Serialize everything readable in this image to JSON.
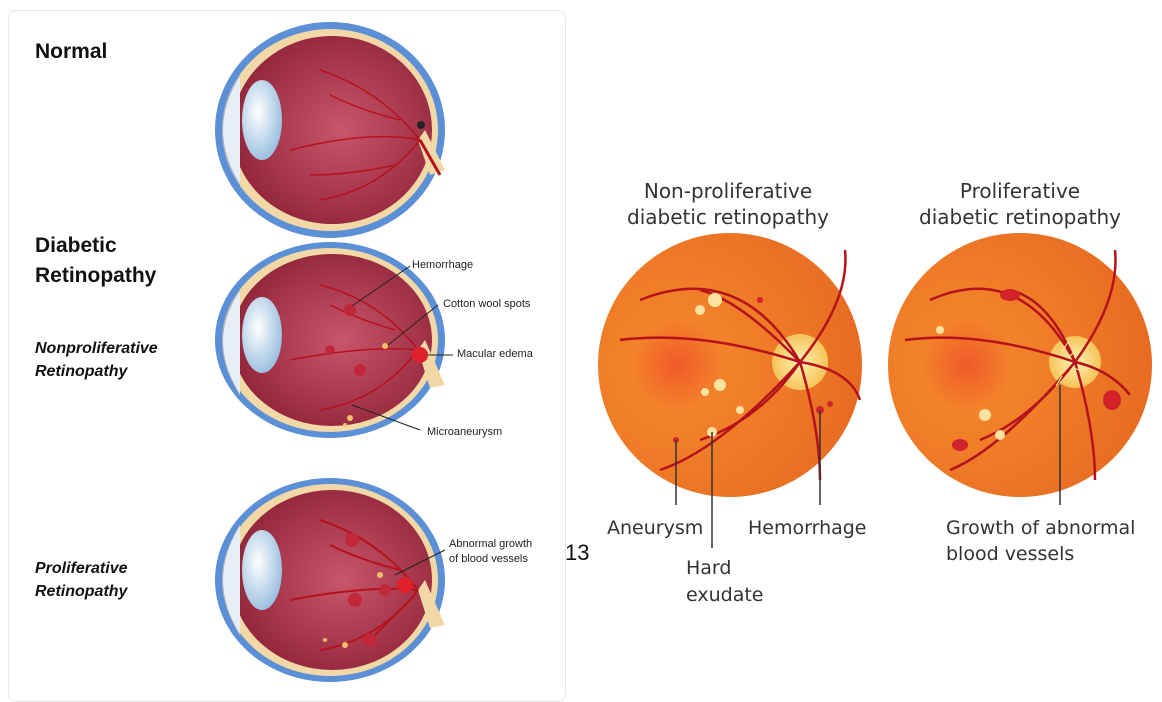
{
  "left_panel": {
    "normal_heading": "Normal",
    "diabetic_heading_line1": "Diabetic",
    "diabetic_heading_line2": "Retinopathy",
    "nonprolif_heading_line1": "Nonproliferative",
    "nonprolif_heading_line2": "Retinopathy",
    "prolif_heading_line1": "Proliferative",
    "prolif_heading_line2": "Retinopathy",
    "callouts": {
      "hemorrhage": "Hemorrhage",
      "cotton_wool": "Cotton wool spots",
      "macular_edema": "Macular edema",
      "microaneurysm": "Microaneurysm",
      "abnormal_growth_line1": "Abnormal growth",
      "abnormal_growth_line2": "of blood vessels"
    }
  },
  "page_number": "13",
  "right_panel": {
    "nonprolif_title_line1": "Non-proliferative",
    "nonprolif_title_line2": "diabetic retinopathy",
    "prolif_title_line1": "Proliferative",
    "prolif_title_line2": "diabetic retinopathy",
    "labels": {
      "aneurysm": "Aneurysm",
      "hemorrhage": "Hemorrhage",
      "hard_exudate_line1": "Hard",
      "hard_exudate_line2": "exudate",
      "growth_line1": "Growth of abnormal",
      "growth_line2": "blood vessels"
    }
  },
  "colors": {
    "eye_interior": "#a8344c",
    "sclera": "#5b8fd6",
    "fundus_orange": "#f08a2a",
    "vessel_red": "#b5121b"
  }
}
